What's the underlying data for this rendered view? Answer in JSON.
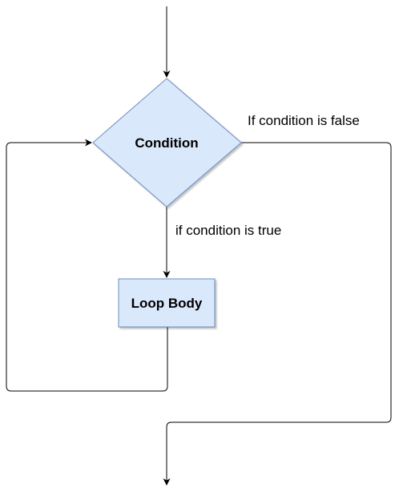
{
  "diagram": {
    "nodes": {
      "condition": {
        "label": "Condition",
        "shape": "diamond"
      },
      "loop_body": {
        "label": "Loop Body",
        "shape": "rectangle"
      }
    },
    "edges": {
      "true_branch": {
        "label": "if condition is true"
      },
      "false_branch": {
        "label": "If condition is false"
      }
    }
  },
  "colors": {
    "node_fill": "#dae8fc",
    "node_stroke": "#6c8ebf",
    "edge": "#000000"
  }
}
